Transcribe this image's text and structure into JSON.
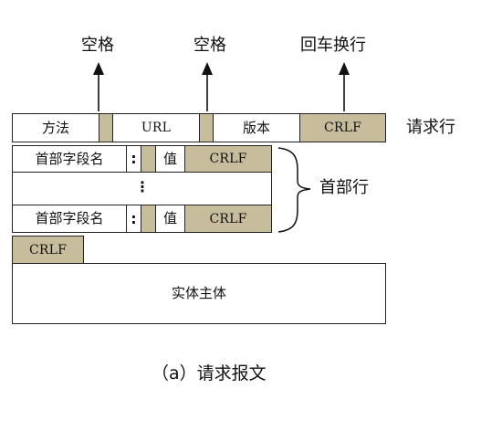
{
  "top_labels": {
    "space_1": "空格",
    "space_2": "空格",
    "crlf_top": "回车换行"
  },
  "request_line": {
    "method": "方法",
    "url": "URL",
    "version": "版本",
    "crlf": "CRLF",
    "side_label": "请求行"
  },
  "header_lines": [
    {
      "field_name": "首部字段名",
      "colon": ":",
      "value": "值",
      "crlf": "CRLF"
    },
    {
      "field_name": "首部字段名",
      "colon": ":",
      "value": "值",
      "crlf": "CRLF"
    }
  ],
  "header_ellipsis": "⋮",
  "header_side_label": "首部行",
  "blank_line_crlf": "CRLF",
  "body_label": "实体主体",
  "caption": "（a）请求报文",
  "colors": {
    "tan": "#c7bc9c",
    "border": "#222222"
  }
}
